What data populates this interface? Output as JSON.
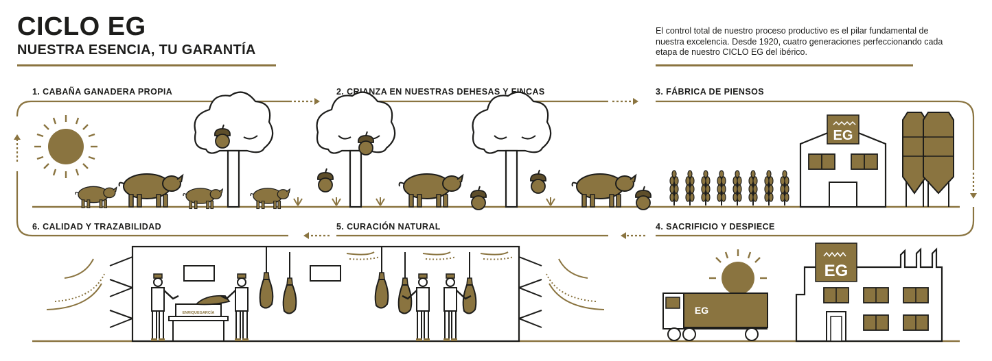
{
  "header": {
    "title": "CICLO EG",
    "subtitle": "NUESTRA ESENCIA, TU GARANTÍA",
    "intro": "El control total de nuestro proceso productivo es el pilar fundamental de nuestra excelencia. Desde 1920, cuatro generaciones perfeccionando cada etapa de nuestro CICLO EG del ibérico."
  },
  "steps": [
    {
      "label": "1. CABAÑA GANADERA PROPIA"
    },
    {
      "label": "2. CRIANZA EN NUESTRAS DEHESAS Y FINCAS"
    },
    {
      "label": "3. FÁBRICA DE PIENSOS"
    },
    {
      "label": "4. SACRIFICIO Y DESPIECE"
    },
    {
      "label": "5. CURACIÓN NATURAL"
    },
    {
      "label": "6. CALIDAD Y TRAZABILIDAD"
    }
  ],
  "brand": {
    "logo_text": "EG",
    "box_text": "ENRIQUEGARCÍA"
  },
  "colors": {
    "gold": "#8a7440",
    "dark": "#1d1d1b",
    "background": "#ffffff"
  }
}
